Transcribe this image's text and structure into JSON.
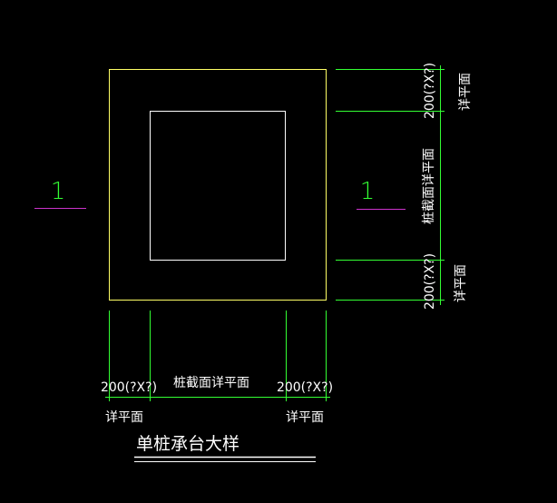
{
  "section_mark": {
    "label": "1"
  },
  "horizontal_dims": {
    "left_value": "200(?X?)",
    "left_note": "详平面",
    "center_value": "桩截面详平面",
    "right_value": "200(?X?)",
    "right_note": "详平面"
  },
  "vertical_dims": {
    "top_value": "200(?X?)",
    "top_note": "详平面",
    "middle_value": "桩截面详平面",
    "bottom_value": "200(?X?)",
    "bottom_note": "详平面"
  },
  "drawing_title": "单桩承台大样",
  "colors": {
    "background": "#000000",
    "cap_outline": "#ffff66",
    "pile_outline": "#ffffff",
    "dimension": "#33ff33",
    "section_line": "#cc33cc"
  }
}
